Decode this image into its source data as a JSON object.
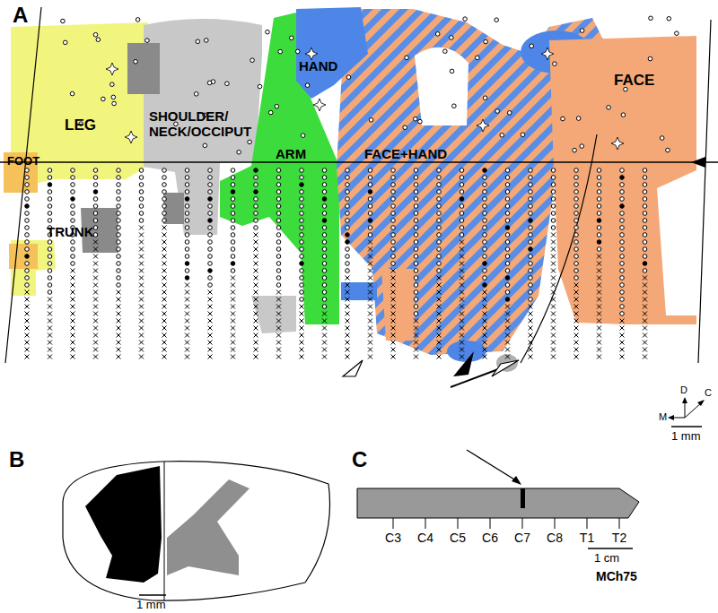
{
  "diagram": {
    "nodes": [
      {
        "text": [
          "FOOT"
        ]
      },
      {
        "text": [
          "LEG"
        ]
      },
      {
        "text": [
          "TRUNK"
        ]
      },
      {
        "text": [
          "SHOULDER/ NECK/OCCIPUT"
        ]
      },
      {
        "text": [
          "ARM"
        ]
      },
      {
        "text": [
          "HAND"
        ]
      },
      {
        "text": [
          "FACE+HAND"
        ]
      },
      {
        "text": [
          "FACE"
        ]
      }
    ],
    "labels": [
      "A",
      "D",
      "C",
      "M",
      "1 mm",
      "B",
      "C",
      "1 mm",
      "C3",
      "C4",
      "C5",
      "C6",
      "C7",
      "C8",
      "T1",
      "T2",
      "1 cm",
      "MCh75"
    ]
  }
}
